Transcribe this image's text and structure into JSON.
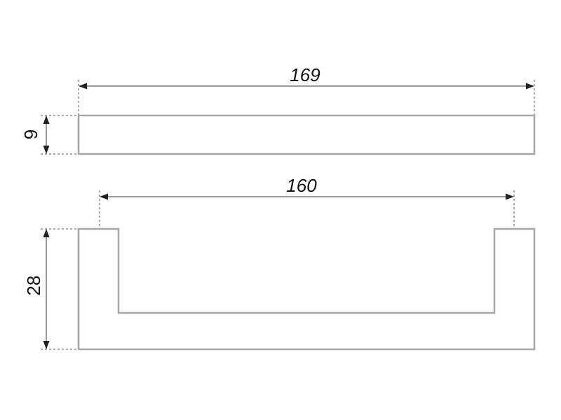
{
  "drawing": {
    "top_view": {
      "length_label": "169",
      "height_label": "9"
    },
    "front_view": {
      "center_distance_label": "160",
      "height_label": "28"
    }
  }
}
